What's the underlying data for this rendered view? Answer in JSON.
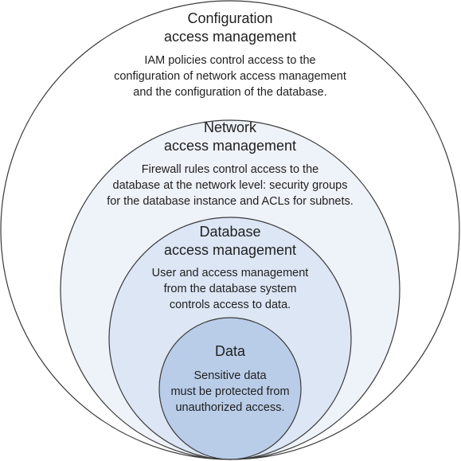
{
  "colors": {
    "outer_fill": "#ffffff",
    "network_fill": "#eef2f9",
    "database_fill": "#dce6f4",
    "data_fill": "#b9cde9",
    "stroke": "#3a3a3a"
  },
  "layers": {
    "configuration": {
      "title_line1": "Configuration",
      "title_line2": "access management",
      "body_line1": "IAM policies control access to the",
      "body_line2": "configuration of network access management",
      "body_line3": "and the configuration of the database."
    },
    "network": {
      "title_line1": "Network",
      "title_line2": "access management",
      "body_line1": "Firewall rules control access to the",
      "body_line2": "database at the network level: security groups",
      "body_line3": "for the database instance and ACLs for subnets."
    },
    "database": {
      "title_line1": "Database",
      "title_line2": "access management",
      "body_line1": "User and access management",
      "body_line2": "from the database system",
      "body_line3": "controls access to data."
    },
    "data": {
      "title_line1": "Data",
      "body_line1": "Sensitive data",
      "body_line2": "must be protected from",
      "body_line3": "unauthorized access."
    }
  }
}
